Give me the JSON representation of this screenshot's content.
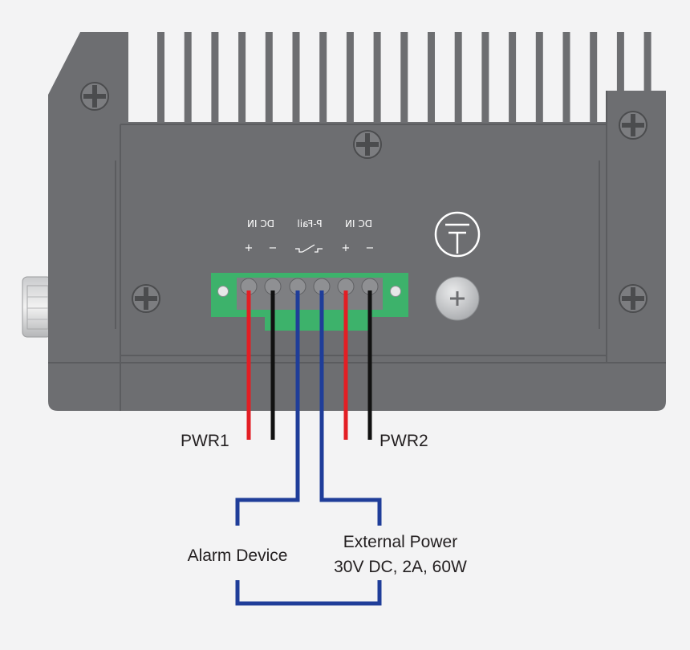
{
  "device_labels": {
    "dc_in_left": "DC IN",
    "p_fail": "P-Fail",
    "dc_in_right": "DC IN",
    "plus_1": "+",
    "minus_1": "−",
    "plus_2": "+",
    "minus_2": "−"
  },
  "labels": {
    "pwr1": "PWR1",
    "pwr2": "PWR2",
    "alarm_device": "Alarm Device",
    "external_power_line1": "External Power",
    "external_power_line2": "30V DC, 2A, 60W"
  },
  "colors": {
    "housing": "#6d6e71",
    "terminal_block": "#3db26b",
    "wire_red": "#e31e24",
    "wire_black": "#111111",
    "wire_blue": "#1f3d99",
    "text": "#231f20"
  }
}
